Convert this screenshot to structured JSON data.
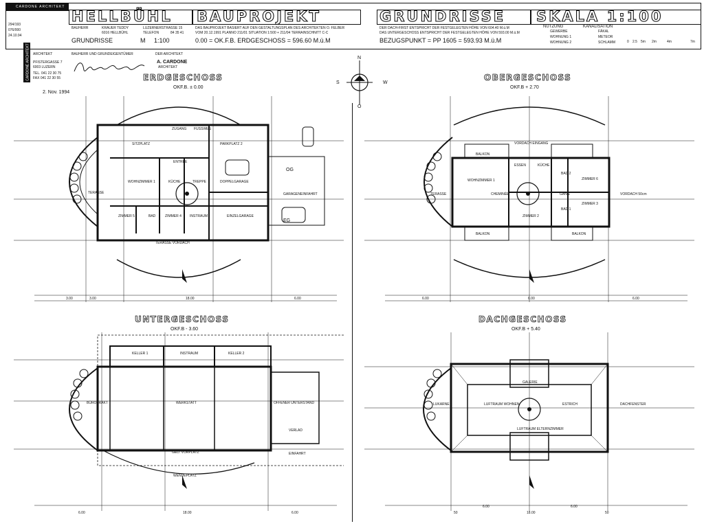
{
  "stamp": {
    "title": "CARDONE ARCHITEKT",
    "codes": [
      "294/193",
      "076/000",
      "24.10.94"
    ]
  },
  "vertical_label": "CARDONE ARCHITEKT",
  "header": {
    "location": "HELLBÜHL",
    "project": "BAUPROJEKT",
    "sheet": "GRUNDRISSE",
    "scale_label": "SKALA 1:100"
  },
  "owner": {
    "label": "BAUHERR",
    "name": "KRAUER TEDDY",
    "place": "6016 HELLBÜHL",
    "street": "LUZERNERSTRASSE 15",
    "phone_label": "TELEFON",
    "phone": "84 35 41",
    "sheet_label": "GRUNDRISSE",
    "scale_m": "M 1:100"
  },
  "architect": {
    "label": "ARCHITEKT",
    "addr1": "PFISTERGASSE 7",
    "addr2": "6003 LUZERN",
    "tel": "TEL. 041 22 30 75",
    "fax": "FAX 041 22 30 55",
    "owner_label": "BAUHERR UND GRUNDEIGENTÜMER",
    "arch_label": "DER ARCHITEKT",
    "arch_name": "A. CARDONE",
    "arch_sub": "ARCHITEKT",
    "date": "2. Nov. 1994"
  },
  "notes": {
    "line1": "DAS BAUPROJEKT BASIERT AUF DEN GESTALTUNGSPLAN DES ARCHITEKTEN O. FELBER",
    "line2": "VOM 20.12.1991  PLANNO 211/01  SITUATION 1:500 + 211/04  TERRAINSCHNITT C-C",
    "ref": "0.00 = OK.F.B. ERDGESCHOSS = 596.60 M.ü.M",
    "height1": "DER DACH-FIRST ENTSPRICHT DER FESTGELEGTEN HÖHE VON 604.40 M.ü.M",
    "height2": "DAS UNTERGESCHOSS ENTSPRICHT DER FESTGELEGTEN HÖHE VON 593.00 M.ü.M",
    "bezug": "BEZUGSPUNKT = PP 1605 = 593.93 M.ü.M"
  },
  "legend": {
    "nutzung": "NUTZUNG",
    "kanal": "KANALISATION",
    "items_left": [
      "GEWERBE",
      "WOHNUNG 1",
      "WOHNUNG 2"
    ],
    "items_right": [
      "FÄKAL",
      "METEOR",
      "SCHLAMM"
    ],
    "scalebar": [
      "0",
      "2.5",
      "5m",
      "2m",
      "4m",
      "7m"
    ]
  },
  "compass": {
    "n": "N",
    "s": "S",
    "w": "W",
    "o": "O"
  },
  "plans": {
    "eg": {
      "title": "ERDGESCHOSS",
      "okfb": "OKF.B.  ± 0.00",
      "rooms": [
        "SITZPLATZ",
        "PARKPLATZ 2",
        "WOHNZIMMER 1",
        "KÜCHE",
        "TREPPE",
        "DOPPELGARAGE",
        "TERASSE",
        "ZIMMER 5",
        "BAD",
        "ZIMMER 4",
        "INSTRAUM",
        "EINZELGARAGE",
        "TERASSE VORDACH",
        "ZUGANG",
        "FUSSWEG",
        "GARAGENEINFAHRT",
        "OG",
        "EG",
        "ENTREE"
      ],
      "dims": [
        "3.00",
        "3.00",
        "18.00",
        "6.00"
      ]
    },
    "og": {
      "title": "OBERGESCHOSS",
      "okfb": "OKF.B  + 2.70",
      "rooms": [
        "BALKON",
        "VORDACH EINGANG",
        "ESSEN",
        "KÜCHE",
        "BAD 2",
        "WOHNZIMMER 1",
        "TERASSE",
        "CHEMINÉE",
        "ZIMMER 2",
        "ZIMMER 3",
        "BAD 1",
        "BALKON",
        "BALKON",
        "ZIMMER 6",
        "VORDACH 50cm",
        "GANG"
      ],
      "dims": [
        "6.00",
        "6.00",
        "6.00"
      ]
    },
    "ug": {
      "title": "UNTERGESCHOSS",
      "okfb": "OKF.B  - 3.60",
      "rooms": [
        "KELLER 1",
        "INSTRAUM",
        "KELLER 2",
        "BÜROTRAKT",
        "WERKSTATT",
        "OFFENER UNTERSTAND",
        "GED. VORPLATZ",
        "WENDEPLATZ",
        "VERLAD",
        "EINFAHRT"
      ],
      "dims": [
        "6.00",
        "18.00",
        "6.00"
      ]
    },
    "dg": {
      "title": "DACHGESCHOSS",
      "okfb": "OKF.B  + 5.40",
      "rooms": [
        "GALERIE",
        "LUFTRAUM WOHNEN",
        "ESTRICH",
        "LUKARNE",
        "DACHFENSTER",
        "LUFTRAUM ELTERNZIMMER"
      ],
      "dims": [
        "50",
        "6.00",
        "18.00",
        "6.00",
        "50"
      ]
    }
  }
}
